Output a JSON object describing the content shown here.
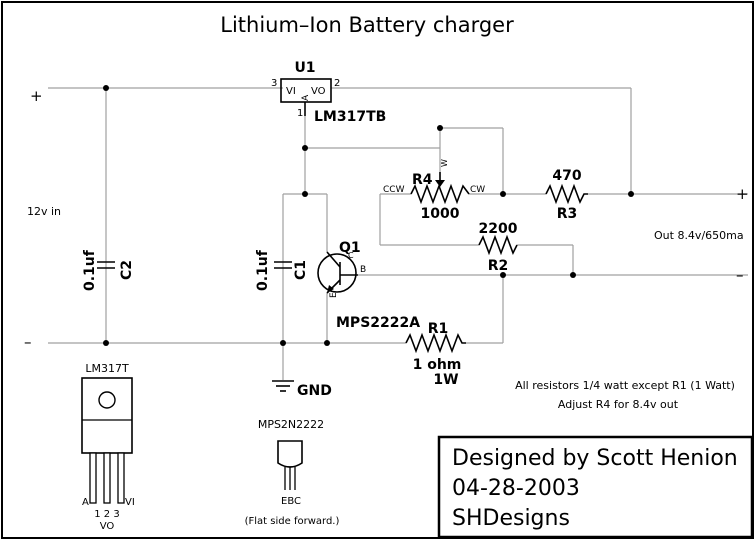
{
  "title": "Lithium–Ion Battery charger",
  "terminals": {
    "in_plus": "+",
    "in_minus": "–",
    "out_plus": "+",
    "out_minus": "–",
    "input_label": "12v in",
    "output_label": "Out 8.4v/650ma",
    "gnd_label": "GND"
  },
  "u1": {
    "ref": "U1",
    "part": "LM317TB",
    "pin_vi": "VI",
    "pin_vo": "VO",
    "pin_adj": "A",
    "pin3": "3",
    "pin2": "2",
    "pin1": "1"
  },
  "c1": {
    "ref": "C1",
    "value": "0.1uf"
  },
  "c2": {
    "ref": "C2",
    "value": "0.1uf"
  },
  "r1": {
    "ref": "R1",
    "value": "1 ohm",
    "power": "1W"
  },
  "r2": {
    "ref": "R2",
    "value": "2200"
  },
  "r3": {
    "ref": "R3",
    "value": "470"
  },
  "r4": {
    "ref": "R4",
    "value": "1000",
    "ccw": "CCW",
    "cw": "CW",
    "wiper": "W"
  },
  "q1": {
    "ref": "Q1",
    "part": "MPS2222A",
    "pin_c": "C",
    "pin_b": "B",
    "pin_e": "E"
  },
  "notes": {
    "line1": "All resistors 1/4 watt except R1 (1 Watt)",
    "line2": "Adjust R4 for 8.4v out"
  },
  "pkg_lm317": {
    "label": "LM317T",
    "pin_a": "A",
    "pin_vi": "VI",
    "pin_vo": "VO",
    "pin_nums": "1 2 3"
  },
  "pkg_mps": {
    "label": "MPS2N2222",
    "pins": "EBC",
    "note": "(Flat side forward.)"
  },
  "title_block": {
    "designer": "Designed by Scott Henion",
    "date": "04-28-2003",
    "company": "SHDesigns"
  }
}
